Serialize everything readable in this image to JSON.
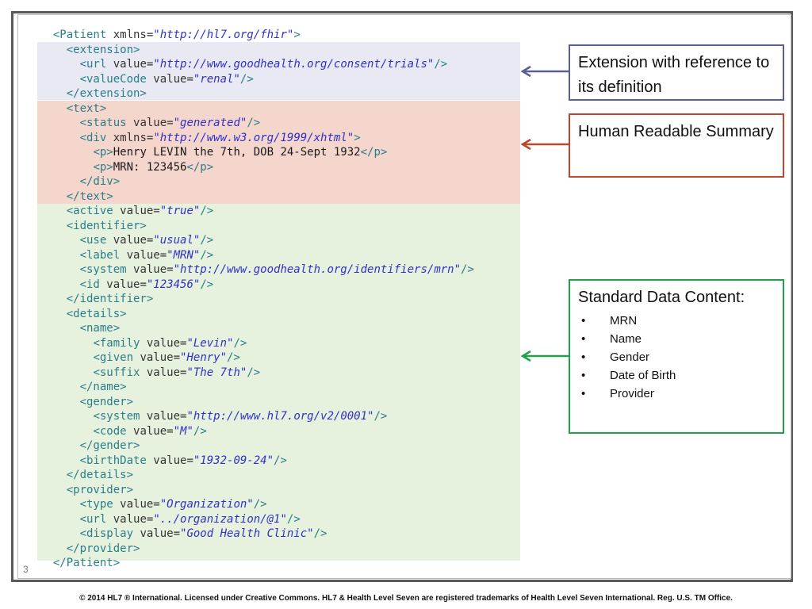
{
  "code_lines": [
    [
      {
        "t": "  "
      },
      {
        "c": "t",
        "t": "<Patient "
      },
      {
        "c": "a",
        "t": "xmlns="
      },
      {
        "c": "s",
        "t": "\"http://hl7.org/fhir\""
      },
      {
        "c": "t",
        "t": ">"
      }
    ],
    [
      {
        "t": "    "
      },
      {
        "c": "t",
        "t": "<extension>"
      }
    ],
    [
      {
        "t": "      "
      },
      {
        "c": "t",
        "t": "<url "
      },
      {
        "c": "a",
        "t": "value="
      },
      {
        "c": "s",
        "t": "\"http://www.goodhealth.org/consent/trials\""
      },
      {
        "c": "t",
        "t": "/>"
      }
    ],
    [
      {
        "t": "      "
      },
      {
        "c": "t",
        "t": "<valueCode "
      },
      {
        "c": "a",
        "t": "value="
      },
      {
        "c": "s",
        "t": "\"renal\""
      },
      {
        "c": "t",
        "t": "/>"
      }
    ],
    [
      {
        "t": "    "
      },
      {
        "c": "t",
        "t": "</extension>"
      }
    ],
    [
      {
        "t": "    "
      },
      {
        "c": "t",
        "t": "<text>"
      }
    ],
    [
      {
        "t": "      "
      },
      {
        "c": "t",
        "t": "<status "
      },
      {
        "c": "a",
        "t": "value="
      },
      {
        "c": "s",
        "t": "\"generated\""
      },
      {
        "c": "t",
        "t": "/>"
      }
    ],
    [
      {
        "t": "      "
      },
      {
        "c": "t",
        "t": "<div "
      },
      {
        "c": "a",
        "t": "xmlns="
      },
      {
        "c": "s",
        "t": "\"http://www.w3.org/1999/xhtml\""
      },
      {
        "c": "t",
        "t": ">"
      }
    ],
    [
      {
        "t": "        "
      },
      {
        "c": "t",
        "t": "<p>"
      },
      {
        "t": "Henry LEVIN the 7th, DOB 24-Sept 1932"
      },
      {
        "c": "t",
        "t": "</p>"
      }
    ],
    [
      {
        "t": "        "
      },
      {
        "c": "t",
        "t": "<p>"
      },
      {
        "t": "MRN: 123456"
      },
      {
        "c": "t",
        "t": "</p>"
      }
    ],
    [
      {
        "t": "      "
      },
      {
        "c": "t",
        "t": "</div>"
      }
    ],
    [
      {
        "t": "    "
      },
      {
        "c": "t",
        "t": "</text>"
      }
    ],
    [
      {
        "t": "    "
      },
      {
        "c": "t",
        "t": "<active "
      },
      {
        "c": "a",
        "t": "value="
      },
      {
        "c": "s",
        "t": "\"true\""
      },
      {
        "c": "t",
        "t": "/>"
      }
    ],
    [
      {
        "t": "    "
      },
      {
        "c": "t",
        "t": "<identifier>"
      }
    ],
    [
      {
        "t": "      "
      },
      {
        "c": "t",
        "t": "<use "
      },
      {
        "c": "a",
        "t": "value="
      },
      {
        "c": "s",
        "t": "\"usual\""
      },
      {
        "c": "t",
        "t": "/>"
      }
    ],
    [
      {
        "t": "      "
      },
      {
        "c": "t",
        "t": "<label "
      },
      {
        "c": "a",
        "t": "value="
      },
      {
        "c": "s",
        "t": "\"MRN\""
      },
      {
        "c": "t",
        "t": "/>"
      }
    ],
    [
      {
        "t": "      "
      },
      {
        "c": "t",
        "t": "<system "
      },
      {
        "c": "a",
        "t": "value="
      },
      {
        "c": "s",
        "t": "\"http://www.goodhealth.org/identifiers/mrn\""
      },
      {
        "c": "t",
        "t": "/>"
      }
    ],
    [
      {
        "t": "      "
      },
      {
        "c": "t",
        "t": "<id "
      },
      {
        "c": "a",
        "t": "value="
      },
      {
        "c": "s",
        "t": "\"123456\""
      },
      {
        "c": "t",
        "t": "/>"
      }
    ],
    [
      {
        "t": "    "
      },
      {
        "c": "t",
        "t": "</identifier>"
      }
    ],
    [
      {
        "t": "    "
      },
      {
        "c": "t",
        "t": "<details>"
      }
    ],
    [
      {
        "t": "      "
      },
      {
        "c": "t",
        "t": "<name>"
      }
    ],
    [
      {
        "t": "        "
      },
      {
        "c": "t",
        "t": "<family "
      },
      {
        "c": "a",
        "t": "value="
      },
      {
        "c": "s",
        "t": "\"Levin\""
      },
      {
        "c": "t",
        "t": "/>"
      }
    ],
    [
      {
        "t": "        "
      },
      {
        "c": "t",
        "t": "<given "
      },
      {
        "c": "a",
        "t": "value="
      },
      {
        "c": "s",
        "t": "\"Henry\""
      },
      {
        "c": "t",
        "t": "/>"
      }
    ],
    [
      {
        "t": "        "
      },
      {
        "c": "t",
        "t": "<suffix "
      },
      {
        "c": "a",
        "t": "value="
      },
      {
        "c": "s",
        "t": "\"The 7th\""
      },
      {
        "c": "t",
        "t": "/>"
      }
    ],
    [
      {
        "t": "      "
      },
      {
        "c": "t",
        "t": "</name>"
      }
    ],
    [
      {
        "t": "      "
      },
      {
        "c": "t",
        "t": "<gender>"
      }
    ],
    [
      {
        "t": "        "
      },
      {
        "c": "t",
        "t": "<system "
      },
      {
        "c": "a",
        "t": "value="
      },
      {
        "c": "s",
        "t": "\"http://www.hl7.org/v2/0001\""
      },
      {
        "c": "t",
        "t": "/>"
      }
    ],
    [
      {
        "t": "        "
      },
      {
        "c": "t",
        "t": "<code "
      },
      {
        "c": "a",
        "t": "value="
      },
      {
        "c": "s",
        "t": "\"M\""
      },
      {
        "c": "t",
        "t": "/>"
      }
    ],
    [
      {
        "t": "      "
      },
      {
        "c": "t",
        "t": "</gender>"
      }
    ],
    [
      {
        "t": "      "
      },
      {
        "c": "t",
        "t": "<birthDate "
      },
      {
        "c": "a",
        "t": "value="
      },
      {
        "c": "s",
        "t": "\"1932-09-24\""
      },
      {
        "c": "t",
        "t": "/>"
      }
    ],
    [
      {
        "t": "    "
      },
      {
        "c": "t",
        "t": "</details>"
      }
    ],
    [
      {
        "t": "    "
      },
      {
        "c": "t",
        "t": "<provider>"
      }
    ],
    [
      {
        "t": "      "
      },
      {
        "c": "t",
        "t": "<type "
      },
      {
        "c": "a",
        "t": "value="
      },
      {
        "c": "s",
        "t": "\"Organization\""
      },
      {
        "c": "t",
        "t": "/>"
      }
    ],
    [
      {
        "t": "      "
      },
      {
        "c": "t",
        "t": "<url "
      },
      {
        "c": "a",
        "t": "value="
      },
      {
        "c": "s",
        "t": "\"../organization/@1\""
      },
      {
        "c": "t",
        "t": "/>"
      }
    ],
    [
      {
        "t": "      "
      },
      {
        "c": "t",
        "t": "<display "
      },
      {
        "c": "a",
        "t": "value="
      },
      {
        "c": "s",
        "t": "\"Good Health Clinic\""
      },
      {
        "c": "t",
        "t": "/>"
      }
    ],
    [
      {
        "t": "    "
      },
      {
        "c": "t",
        "t": "</provider>"
      }
    ],
    [
      {
        "t": "  "
      },
      {
        "c": "t",
        "t": "</Patient>"
      }
    ]
  ],
  "slide_number": "3",
  "callouts": {
    "extension": {
      "text": "Extension with reference to its definition",
      "color": "#5b5e92"
    },
    "readable": {
      "text": "Human Readable Summary",
      "color": "#c0452a"
    },
    "standard": {
      "title": "Standard Data Content:",
      "color": "#22a14a",
      "bullet": "•",
      "items": [
        "MRN",
        "Name",
        "Gender",
        "Date of Birth",
        "Provider"
      ]
    }
  },
  "footer": "© 2014 HL7 ® International. Licensed under Creative Commons. HL7 & Health Level Seven are registered trademarks of Health Level Seven International. Reg. U.S. TM Office."
}
